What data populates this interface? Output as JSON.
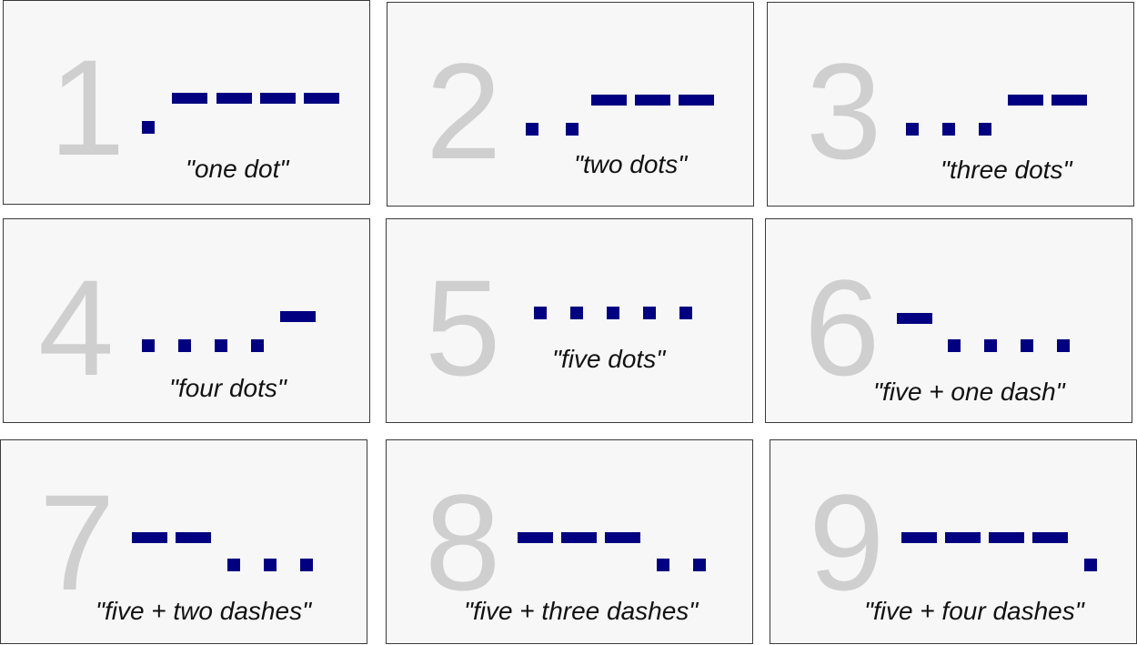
{
  "colors": {
    "mark": "#000080",
    "digit": "#cfcfcf",
    "card_bg": "#f7f7f7"
  },
  "cards": [
    {
      "digit": "1",
      "caption": "\"one dot\"",
      "morse": [
        ".",
        "-",
        "-",
        "-",
        "-"
      ]
    },
    {
      "digit": "2",
      "caption": "\"two dots\"",
      "morse": [
        ".",
        ".",
        "-",
        "-",
        "-"
      ]
    },
    {
      "digit": "3",
      "caption": "\"three dots\"",
      "morse": [
        ".",
        ".",
        ".",
        "-",
        "-"
      ]
    },
    {
      "digit": "4",
      "caption": "\"four dots\"",
      "morse": [
        ".",
        ".",
        ".",
        ".",
        "-"
      ]
    },
    {
      "digit": "5",
      "caption": "\"five dots\"",
      "morse": [
        ".",
        ".",
        ".",
        ".",
        "."
      ]
    },
    {
      "digit": "6",
      "caption": "\"five + one dash\"",
      "morse": [
        "-",
        ".",
        ".",
        ".",
        "."
      ]
    },
    {
      "digit": "7",
      "caption": "\"five + two dashes\"",
      "morse": [
        "-",
        "-",
        ".",
        ".",
        "."
      ]
    },
    {
      "digit": "8",
      "caption": "\"five + three dashes\"",
      "morse": [
        "-",
        "-",
        "-",
        ".",
        "."
      ]
    },
    {
      "digit": "9",
      "caption": "\"five + four dashes\"",
      "morse": [
        "-",
        "-",
        "-",
        "-",
        "."
      ]
    }
  ]
}
